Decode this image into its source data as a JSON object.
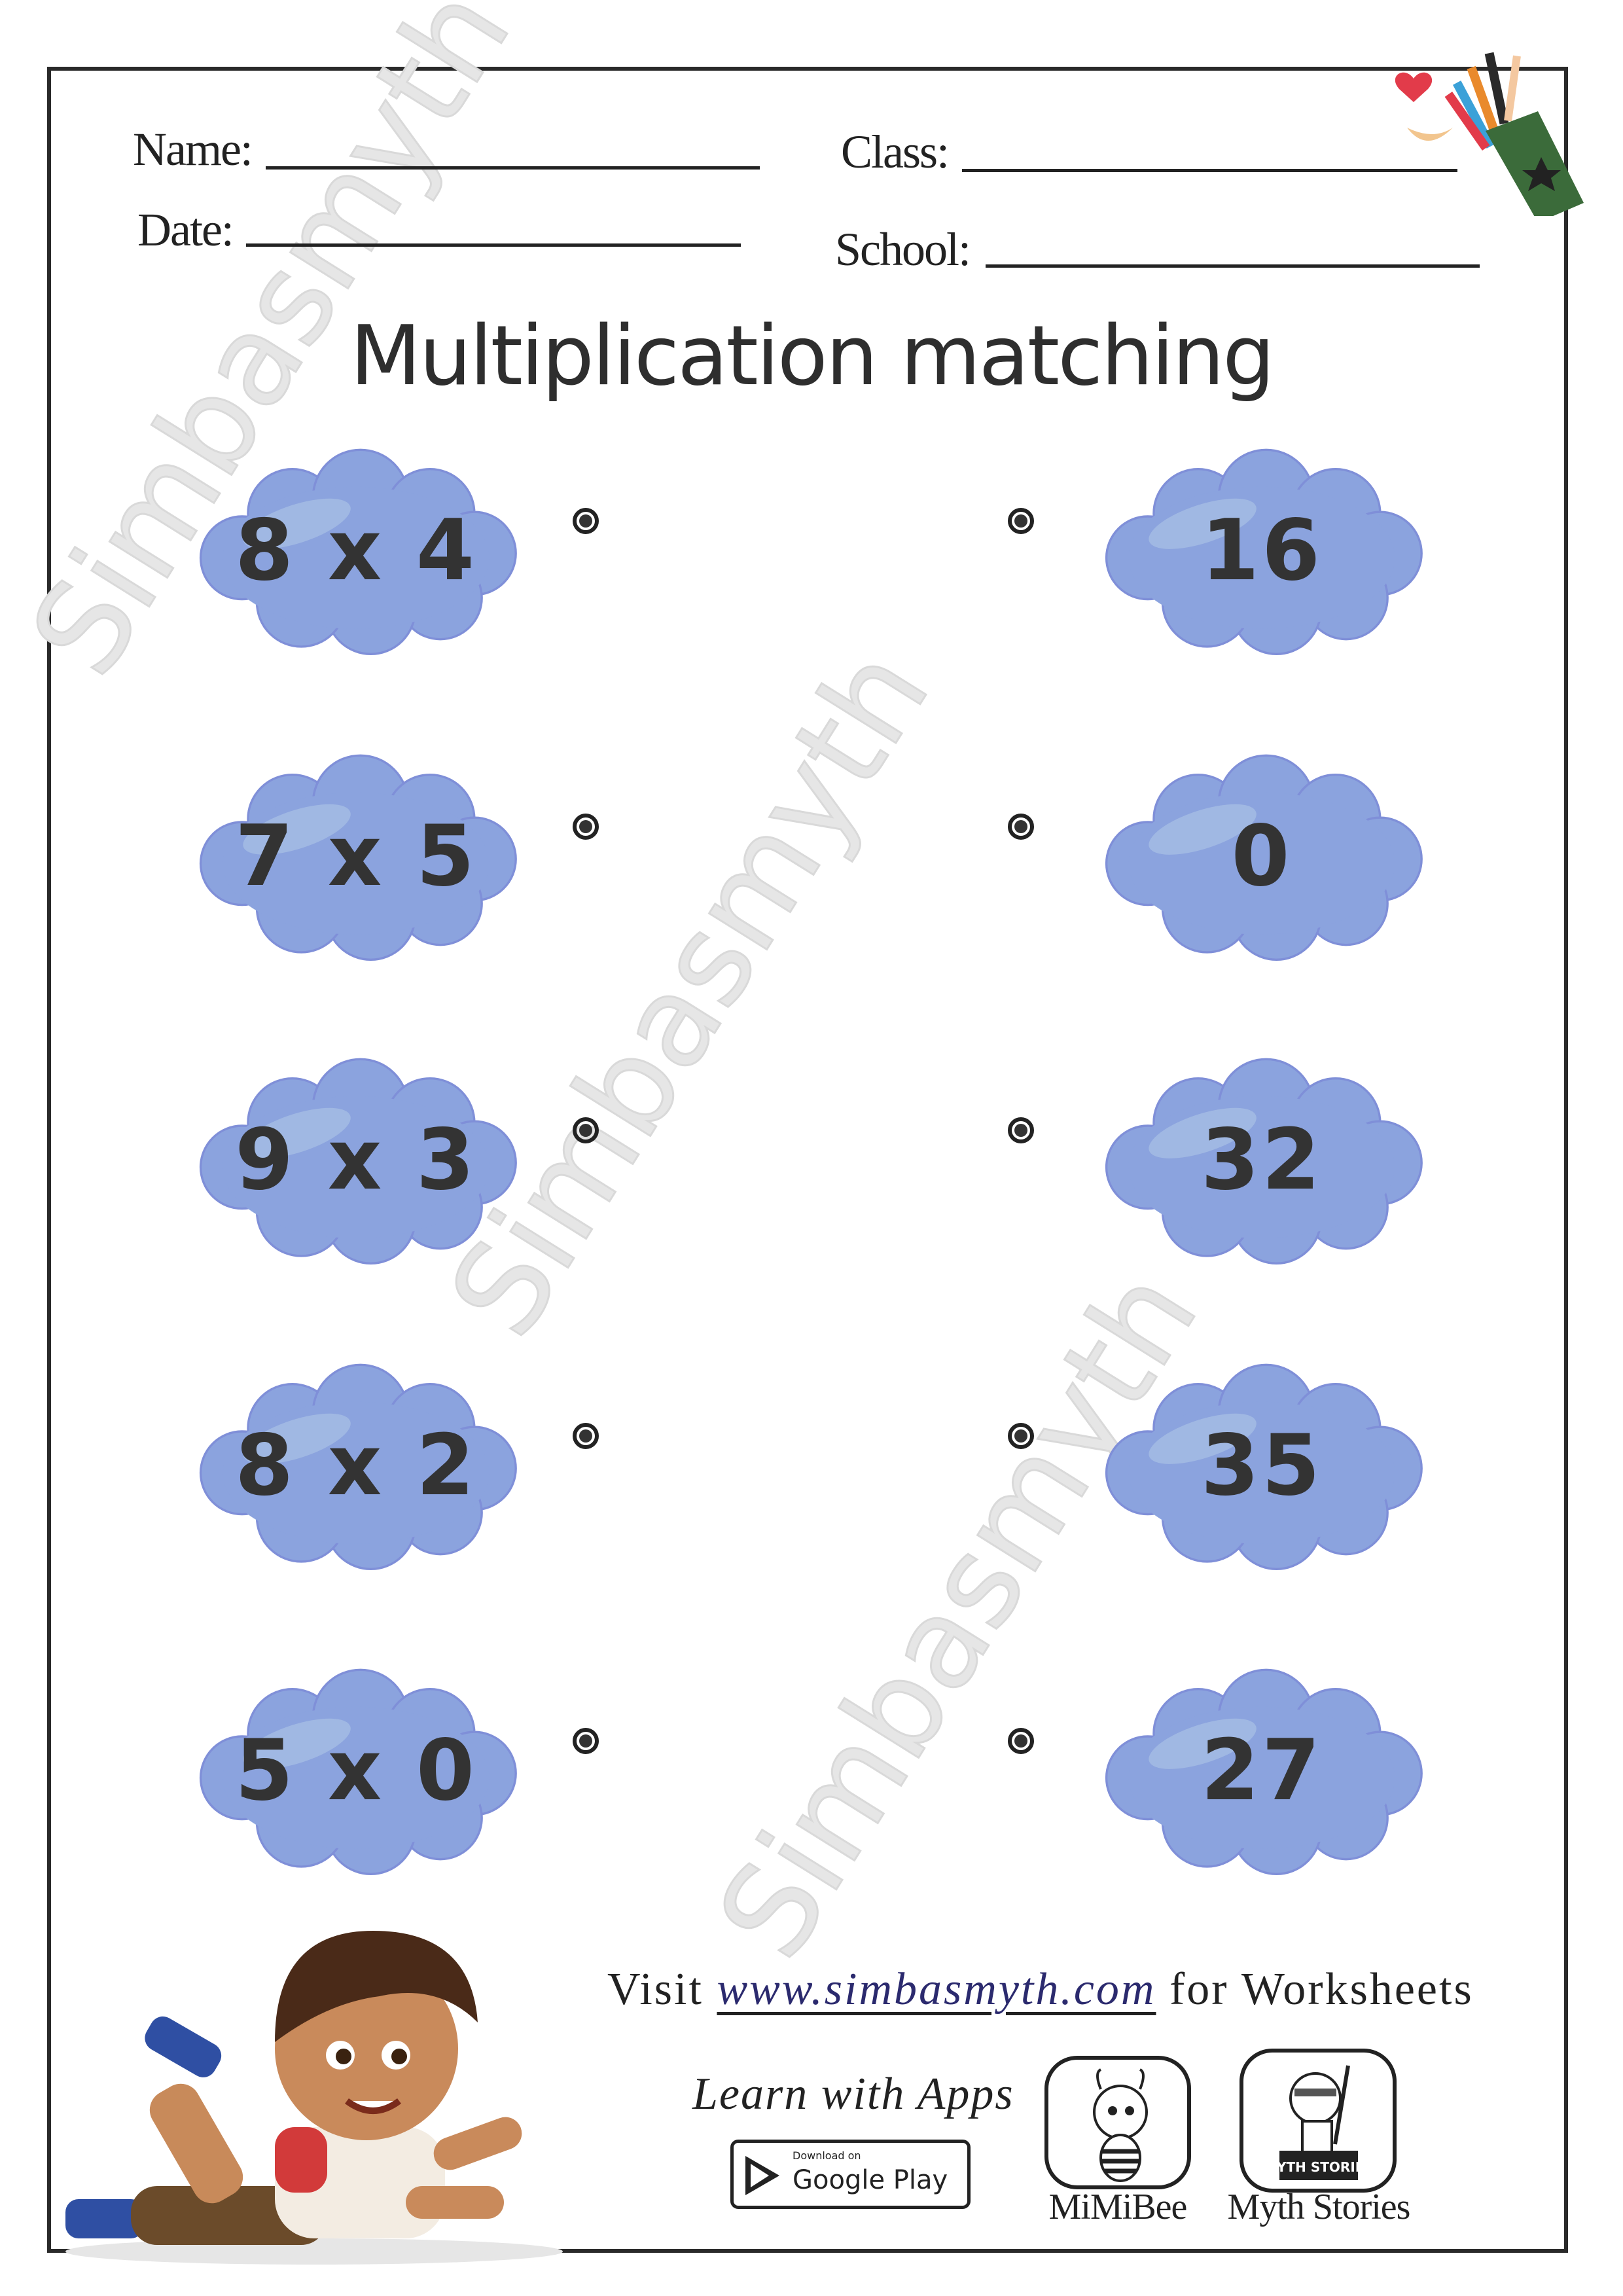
{
  "header": {
    "name_label": "Name:",
    "class_label": "Class:",
    "date_label": "Date:",
    "school_label": "School:"
  },
  "title": "Multiplication matching",
  "watermark": "Simbasmyth",
  "left_items": [
    "8 x 4",
    "7 x 5",
    "9 x 3",
    "8 x 2",
    "5 x 0"
  ],
  "right_items": [
    "16",
    "0",
    "32",
    "35",
    "27"
  ],
  "colors": {
    "cloud": "#8ba3de",
    "cloud_edge": "#7f8fd8",
    "highlight": "#a9c0e6",
    "text": "#333333"
  },
  "footer": {
    "visit_prefix": "Visit",
    "url": "www.simbasmyth.com",
    "visit_suffix": "for Worksheets",
    "learn_with_apps": "Learn with Apps",
    "google_play_small": "Download on",
    "google_play_big": "Google Play",
    "apps": [
      "MiMiBee",
      "Myth Stories"
    ],
    "myth_logo_text": "MYTH STORIES"
  }
}
